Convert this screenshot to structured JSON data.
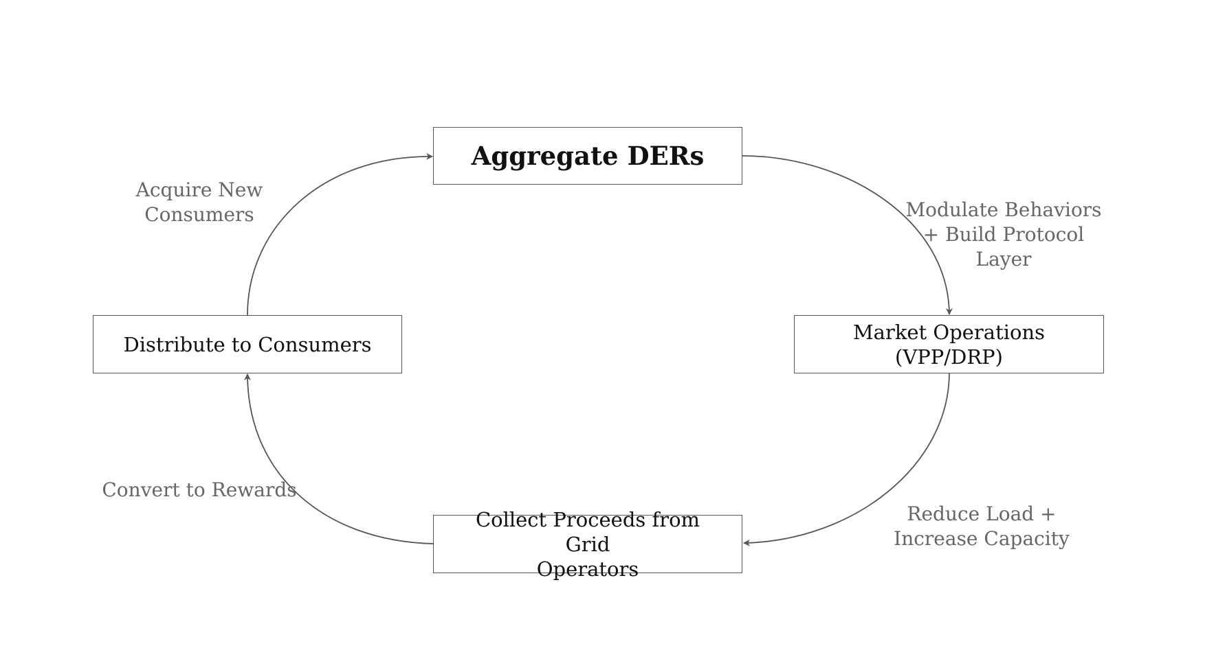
{
  "nodes": {
    "aggregate": {
      "label": "Aggregate DERs"
    },
    "market": {
      "lines": [
        "Market Operations",
        "(VPP/DRP)"
      ]
    },
    "collect": {
      "lines": [
        "Collect Proceeds from Grid",
        "Operators"
      ]
    },
    "distribute": {
      "label": "Distribute to Consumers"
    }
  },
  "edges": {
    "aggregate_to_market": {
      "lines": [
        "Modulate Behaviors",
        "+ Build Protocol",
        "Layer"
      ]
    },
    "market_to_collect": {
      "lines": [
        "Reduce Load +",
        "Increase Capacity"
      ]
    },
    "collect_to_distribute": {
      "lines": [
        "Convert to Rewards"
      ]
    },
    "distribute_to_aggregate": {
      "lines": [
        "Acquire New",
        "Consumers"
      ]
    }
  },
  "colors": {
    "box_border": "#555555",
    "arrow": "#555555",
    "node_text": "#111111",
    "edge_label_text": "#666666"
  }
}
